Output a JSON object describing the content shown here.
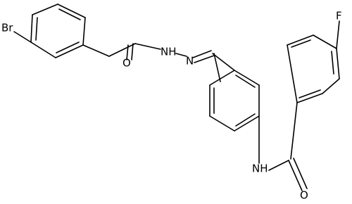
{
  "molecule": {
    "atoms": {
      "br": "Br",
      "o_hydrazide": "O",
      "hydrazide_nh": "NH",
      "hydrazone_n": "N",
      "amide_nh": "NH",
      "o_amide": "O",
      "fluorine": "F"
    },
    "colors": {
      "bond": "#000000",
      "label": "#000000",
      "background": "#ffffff"
    }
  }
}
